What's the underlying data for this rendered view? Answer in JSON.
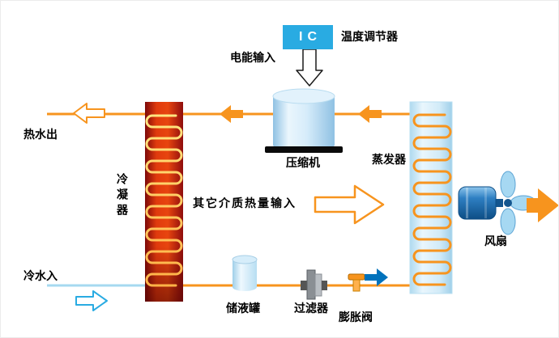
{
  "diagram": {
    "controller": {
      "ic_label": "IC",
      "name": "温度调节器"
    },
    "power_input_label": "电能输入",
    "components": {
      "compressor": "压缩机",
      "condenser": "冷凝器",
      "evaporator": "蒸发器",
      "tank": "储液罐",
      "filter": "过滤器",
      "expansion_valve": "膨胀阀",
      "fan": "风扇"
    },
    "flows": {
      "hot_water_out": "热水出",
      "cold_water_in": "冷水入",
      "heat_input": "其它介质热量输入"
    },
    "colors": {
      "pipe_orange": "#F7941E",
      "ic_box_blue": "#29ABE2",
      "cold_water_blue": "#A6D9F0",
      "refrigerant_arrow_blue": "#0072BC",
      "condenser_red": "#D93A0E",
      "condenser_coil_yellow": "#FFD24D",
      "evaporator_blue": "#D2EBF8",
      "fan_motor_blue": "#2E7FC2"
    }
  }
}
